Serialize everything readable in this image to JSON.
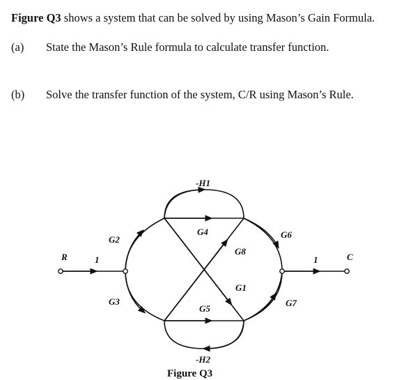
{
  "intro": {
    "figure_ref": "Figure Q3",
    "text": " shows a system that can be solved by using Mason’s Gain Formula."
  },
  "parts": [
    {
      "label": "(a)",
      "text": "State the Mason’s Rule formula to calculate transfer function."
    },
    {
      "label": "(b)",
      "text": "Solve the transfer function of the system, C/R using Mason’s Rule."
    }
  ],
  "diagram": {
    "input_label": "R",
    "output_label": "C",
    "input_gain": "1",
    "output_gain": "1",
    "branch_labels": {
      "G2": "G2",
      "G3": "G3",
      "G4": "G4",
      "G5": "G5",
      "G6": "G6",
      "G7": "G7",
      "G8": "G8",
      "G1": "G1",
      "H1": "-H1",
      "H2": "-H2"
    },
    "caption": "Figure Q3"
  }
}
